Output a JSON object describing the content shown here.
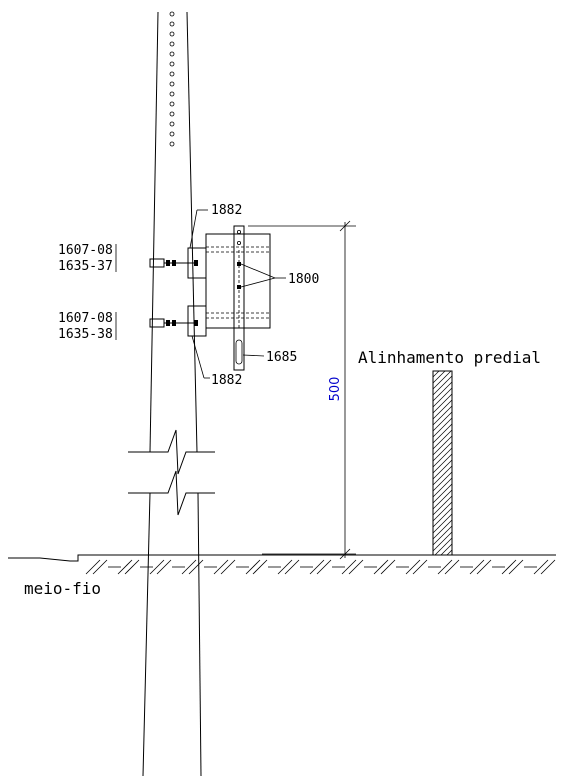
{
  "labels": {
    "ref_1882_top": "1882",
    "ref_1882_bottom": "1882",
    "ref_1607_08_a": "1607-08",
    "ref_1635_37": "1635-37",
    "ref_1607_08_b": "1607-08",
    "ref_1635_38": "1635-38",
    "ref_1800": "1800",
    "ref_1685": "1685",
    "dimension_height": "500",
    "building_line": "Alinhamento predial",
    "curb": "meio-fio"
  },
  "colors": {
    "dimension_text": "#0000cc",
    "lines": "#000000"
  }
}
